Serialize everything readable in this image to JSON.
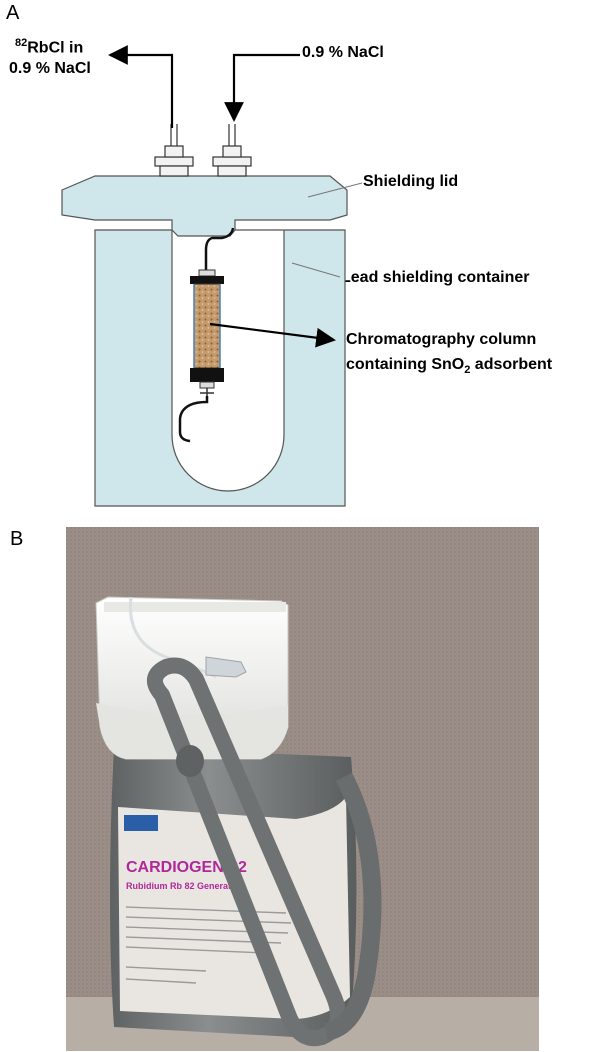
{
  "panel_a": {
    "letter": "A",
    "outlet_label": {
      "sup": "82",
      "line1": "RbCl in",
      "line2": "0.9 % NaCl"
    },
    "inlet_label": "0.9 % NaCl",
    "shielding_lid": "Shielding lid",
    "lead_container": "Lead shielding container",
    "column_label": {
      "line1": "Chromatography column",
      "line2_pre": "containing SnO",
      "line2_sub": "2",
      "line2_post": " adsorbent"
    }
  },
  "panel_b": {
    "letter": "B",
    "photo": {
      "product_name": "CARDIOGEN-82",
      "product_sub": "Rubidium Rb 82 Generator",
      "colors": {
        "background": "#9a8e87",
        "body": "#7c7f7f",
        "lid": "#f2f2f0",
        "handle": "#6f7272",
        "accent": "#b0289a"
      }
    }
  }
}
